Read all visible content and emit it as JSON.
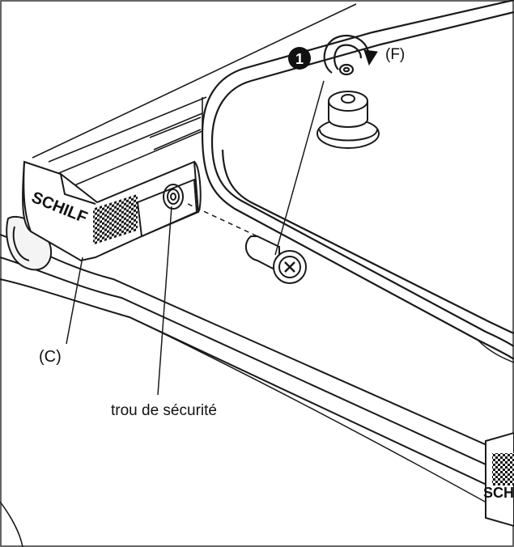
{
  "labels": {
    "step_number": "1",
    "fastener": "(F)",
    "clip": "(C)",
    "safety_hole": "trou de sécurité",
    "brand_left": "SCHILF",
    "brand_right": "SCH"
  },
  "colors": {
    "line": "#1a1a1a",
    "paper": "#ffffff",
    "fill_dark": "#111111",
    "fill_light": "#f2f2f2"
  },
  "icons": {
    "step_badge": "number-one-circle-icon",
    "rotation": "counterclockwise-rotation-arrow-icon"
  }
}
